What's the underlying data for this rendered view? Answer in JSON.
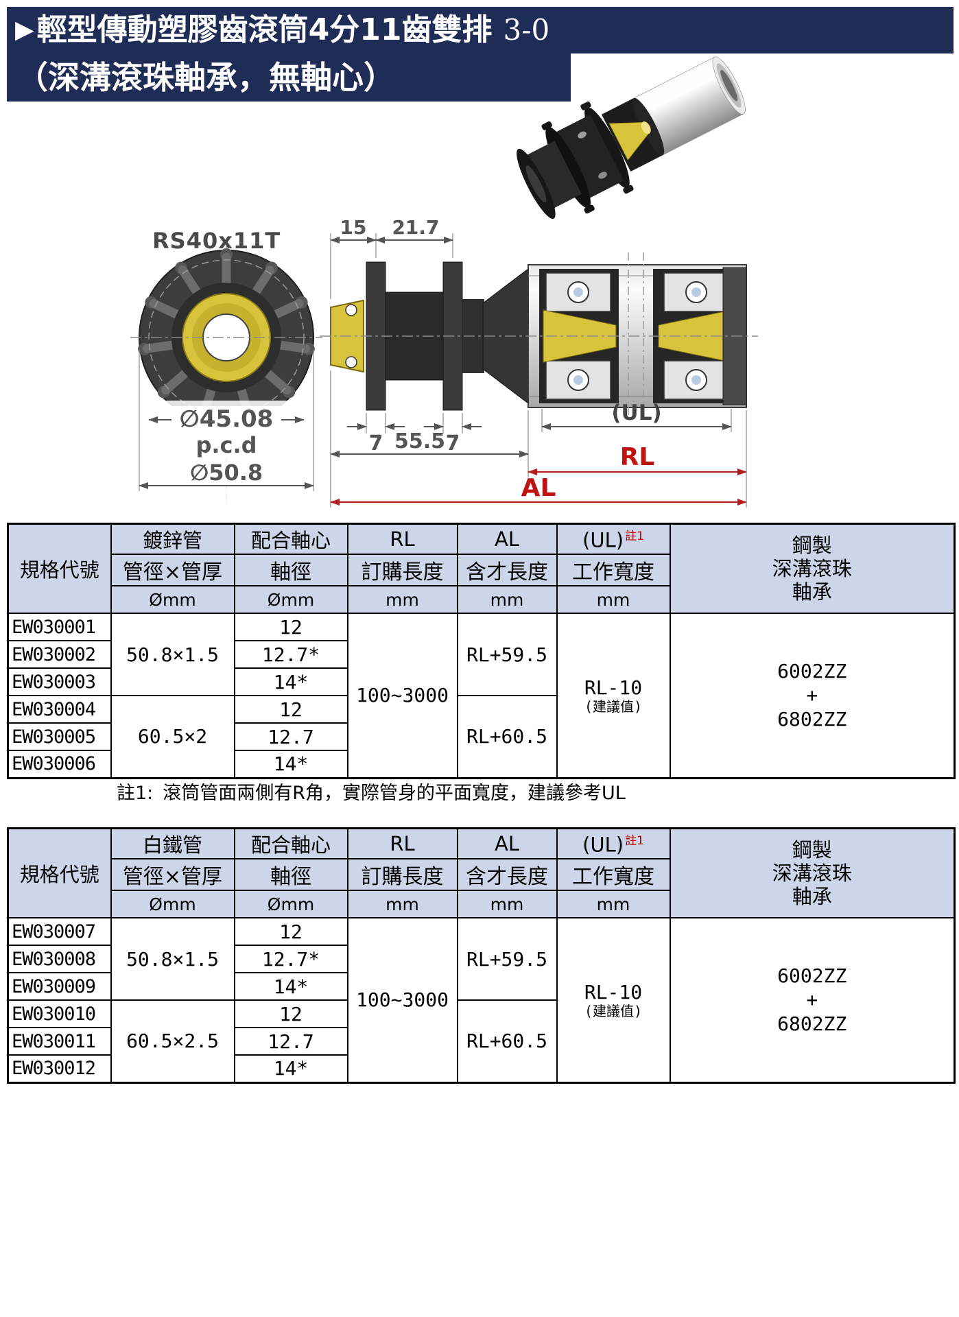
{
  "header": {
    "arrow": "▶",
    "title": "輕型傳動塑膠齒滾筒4分11齒雙排",
    "code": "3-0",
    "subtitle": "（深溝滾珠軸承，無軸心）"
  },
  "colors": {
    "banner_bg": "#1e2c56",
    "table_header_bg": "#cdd5e9",
    "dimension_red": "#c11212",
    "hub_yellow": "#d8c43c"
  },
  "drawing": {
    "sprocket_model": "RS40x11T",
    "pcd_diameter": "∅45.08",
    "pcd_label": "p.c.d",
    "outer_diameter": "∅50.8",
    "dims": {
      "d15": "15",
      "d21_7": "21.7",
      "d7_left": "7",
      "d7_right": "7",
      "d55_5": "55.5",
      "ul": "(UL)",
      "rl": "RL",
      "al": "AL"
    }
  },
  "note1": {
    "label": "註1:",
    "text": "滾筒管面兩側有R角，實際管身的平面寬度，建議參考UL"
  },
  "table1": {
    "headers": {
      "code": "規格代號",
      "pipe_group": "鍍鋅管",
      "pipe_sub": "管徑×管厚",
      "pipe_unit": "Ømm",
      "shaft_group": "配合軸心",
      "shaft_sub": "軸徑",
      "shaft_unit": "Ømm",
      "rl_group": "RL",
      "rl_sub": "訂購長度",
      "rl_unit": "mm",
      "al_group": "AL",
      "al_sub": "含才長度",
      "al_unit": "mm",
      "ul_group": "(UL)",
      "ul_sup": "註1",
      "ul_sub": "工作寬度",
      "ul_unit": "mm",
      "bearing_l1": "鋼製",
      "bearing_l2": "深溝滾珠",
      "bearing_l3": "軸承"
    },
    "rows": {
      "codes": [
        "EW030001",
        "EW030002",
        "EW030003",
        "EW030004",
        "EW030005",
        "EW030006"
      ],
      "pipe_a": "50.8×1.5",
      "pipe_b": "60.5×2",
      "shafts": [
        "12",
        "12.7*",
        "14*",
        "12",
        "12.7",
        "14*"
      ],
      "rl": "100~3000",
      "al_a": "RL+59.5",
      "al_b": "RL+60.5",
      "ul_value": "RL-10",
      "ul_note": "(建議值)",
      "bearing_l1": "6002ZZ",
      "bearing_l2": "+",
      "bearing_l3": "6802ZZ"
    }
  },
  "table2": {
    "headers": {
      "code": "規格代號",
      "pipe_group": "白鐵管",
      "pipe_sub": "管徑×管厚",
      "pipe_unit": "Ømm",
      "shaft_group": "配合軸心",
      "shaft_sub": "軸徑",
      "shaft_unit": "Ømm",
      "rl_group": "RL",
      "rl_sub": "訂購長度",
      "rl_unit": "mm",
      "al_group": "AL",
      "al_sub": "含才長度",
      "al_unit": "mm",
      "ul_group": "(UL)",
      "ul_sup": "註1",
      "ul_sub": "工作寬度",
      "ul_unit": "mm",
      "bearing_l1": "鋼製",
      "bearing_l2": "深溝滾珠",
      "bearing_l3": "軸承"
    },
    "rows": {
      "codes": [
        "EW030007",
        "EW030008",
        "EW030009",
        "EW030010",
        "EW030011",
        "EW030012"
      ],
      "pipe_a": "50.8×1.5",
      "pipe_b": "60.5×2.5",
      "shafts": [
        "12",
        "12.7*",
        "14*",
        "12",
        "12.7",
        "14*"
      ],
      "rl": "100~3000",
      "al_a": "RL+59.5",
      "al_b": "RL+60.5",
      "ul_value": "RL-10",
      "ul_note": "(建議值)",
      "bearing_l1": "6002ZZ",
      "bearing_l2": "+",
      "bearing_l3": "6802ZZ"
    }
  }
}
